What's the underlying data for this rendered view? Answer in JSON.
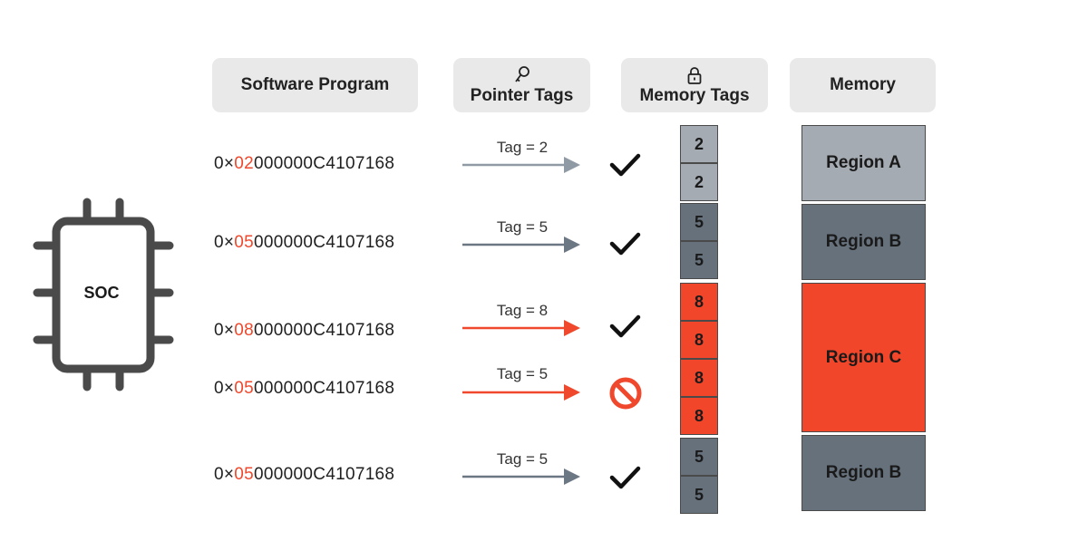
{
  "headers": {
    "software_program": "Software Program",
    "pointer_tags": "Pointer Tags",
    "memory_tags": "Memory Tags",
    "memory": "Memory"
  },
  "chip": {
    "label": "SOC",
    "color": "#4a4a4a"
  },
  "pointers": [
    {
      "prefix": "0×",
      "tag": "02",
      "suffix": "000000C4107168",
      "tag_label": "Tag = 2",
      "arrow_color": "#8f9aa5",
      "status": "allowed",
      "status_icon": "check-icon"
    },
    {
      "prefix": "0×",
      "tag": "05",
      "suffix": "000000C4107168",
      "tag_label": "Tag = 5",
      "arrow_color": "#6b7782",
      "status": "allowed",
      "status_icon": "check-icon"
    },
    {
      "prefix": "0×",
      "tag": "08",
      "suffix": "000000C4107168",
      "tag_label": "Tag = 8",
      "arrow_color": "#f0482c",
      "status": "allowed",
      "status_icon": "check-icon"
    },
    {
      "prefix": "0×",
      "tag": "05",
      "suffix": "000000C4107168",
      "tag_label": "Tag = 5",
      "arrow_color": "#f0482c",
      "status": "blocked",
      "status_icon": "prohibited-icon"
    },
    {
      "prefix": "0×",
      "tag": "05",
      "suffix": "000000C4107168",
      "tag_label": "Tag = 5",
      "arrow_color": "#6b7782",
      "status": "allowed",
      "status_icon": "check-icon"
    }
  ],
  "memory_tags": [
    {
      "value": "2",
      "color": "#a4abb2"
    },
    {
      "value": "2",
      "color": "#a4abb2"
    },
    {
      "value": "5",
      "color": "#66717c"
    },
    {
      "value": "5",
      "color": "#66717c"
    },
    {
      "value": "8",
      "color": "#f2462a"
    },
    {
      "value": "8",
      "color": "#f2462a"
    },
    {
      "value": "8",
      "color": "#f2462a"
    },
    {
      "value": "8",
      "color": "#f2462a"
    },
    {
      "value": "5",
      "color": "#66717c"
    },
    {
      "value": "5",
      "color": "#66717c"
    }
  ],
  "regions": [
    {
      "label": "Region A",
      "color": "#a4abb2"
    },
    {
      "label": "Region B",
      "color": "#66717c"
    },
    {
      "label": "Region C",
      "color": "#f2462a"
    },
    {
      "label": "Region B",
      "color": "#66717c"
    }
  ],
  "colors": {
    "tag_highlight": "#f0482c",
    "check": "#111111",
    "prohibited": "#f0482c"
  }
}
